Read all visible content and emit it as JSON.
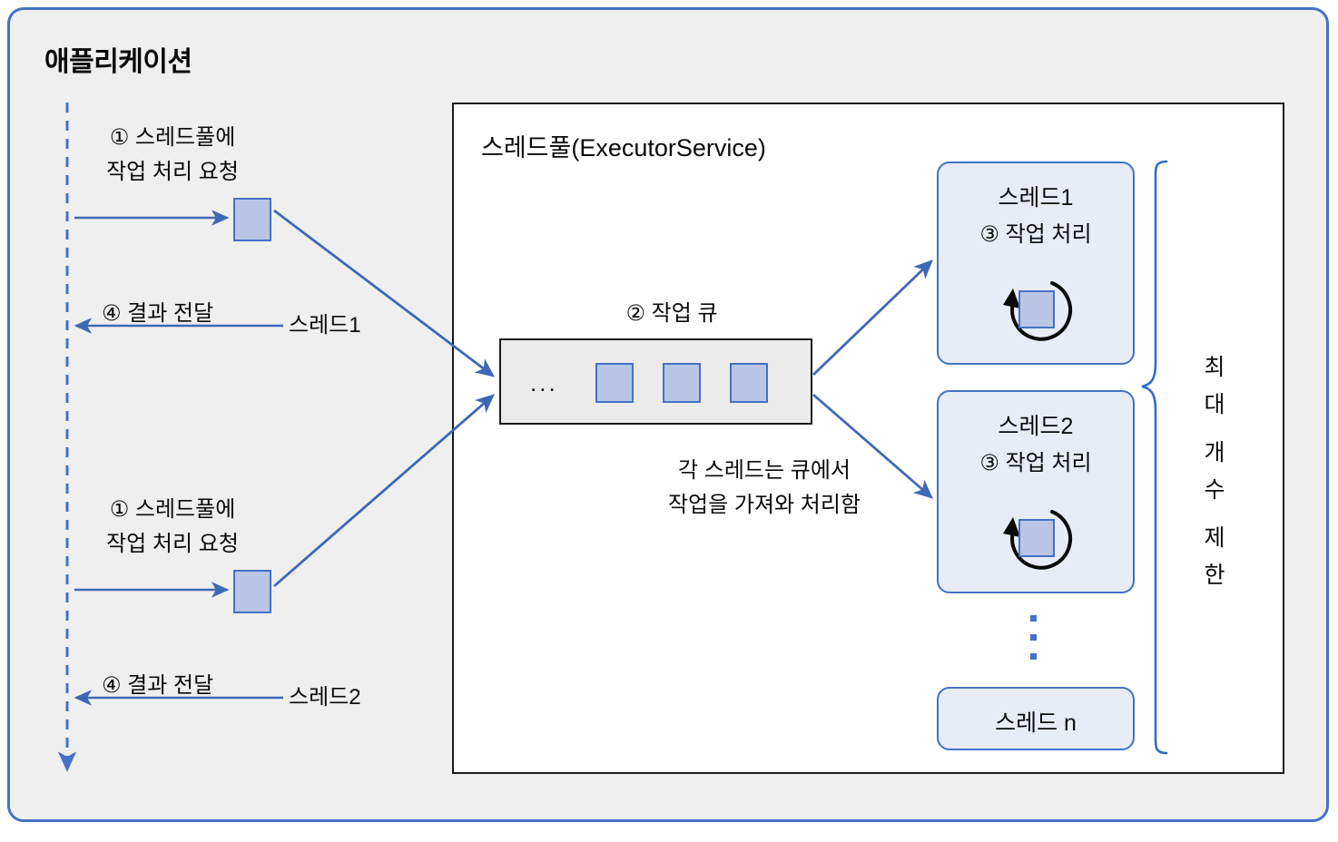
{
  "app": {
    "title": "애플리케이션",
    "border_color": "#4472c4",
    "background_color": "#efeff0"
  },
  "pool": {
    "title": "스레드풀(ExecutorService)",
    "background_color": "#ffffff",
    "border_color": "#1a1a1a"
  },
  "queue": {
    "label": "② 작업 큐",
    "dots": "...",
    "caption_line1": "각 스레드는 큐에서",
    "caption_line2": "작업을 가져와 처리함",
    "background_color": "#ebebeb",
    "task_fill": "#b9c5e4",
    "task_border": "#4472c4",
    "tasks": [
      {
        "name": "queued-task-1"
      },
      {
        "name": "queued-task-2"
      },
      {
        "name": "queued-task-3"
      }
    ]
  },
  "threads": [
    {
      "name": "스레드1",
      "step": "③ 작업 처리",
      "has_spinner": true
    },
    {
      "name": "스레드2",
      "step": "③ 작업 처리",
      "has_spinner": true
    },
    {
      "name": "스레드 n",
      "step": "",
      "has_spinner": false
    }
  ],
  "callers": [
    {
      "request_line1": "① 스레드풀에",
      "request_line2": "작업 처리 요청",
      "response_label": "④ 결과 전달",
      "thread_label": "스레드1"
    },
    {
      "request_line1": "① 스레드풀에",
      "request_line2": "작업 처리 요청",
      "response_label": "④ 결과 전달",
      "thread_label": "스레드2"
    }
  ],
  "limit": {
    "chars": [
      "최",
      "대",
      "개",
      "수",
      "제",
      "한"
    ],
    "text": "최대 개수 제한",
    "brace_color": "#2e6fc4"
  },
  "colors": {
    "accent_blue": "#4472c4",
    "arrow_blue": "#3f68b4",
    "text_black": "#0a0a0a",
    "lifeline_blue": "#4472c4"
  }
}
